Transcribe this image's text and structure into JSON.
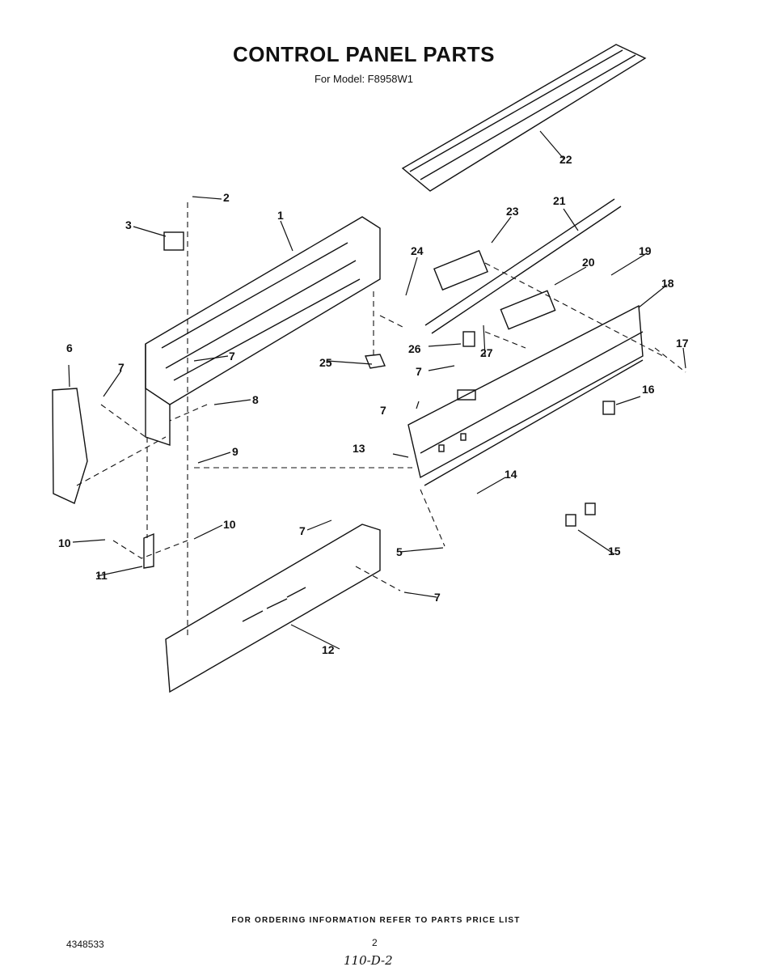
{
  "title": "CONTROL PANEL PARTS",
  "subtitle": "For Model: F8958W1",
  "callouts": [
    "1",
    "2",
    "3",
    "5",
    "6",
    "7",
    "7",
    "7",
    "7",
    "7",
    "7",
    "8",
    "9",
    "10",
    "10",
    "11",
    "12",
    "13",
    "14",
    "15",
    "16",
    "17",
    "18",
    "19",
    "20",
    "21",
    "22",
    "23",
    "24",
    "25",
    "26",
    "27",
    "27"
  ],
  "footer": {
    "note": "FOR ORDERING INFORMATION REFER TO PARTS PRICE LIST",
    "doc_number": "4348533",
    "page_number": "2",
    "handwritten": "110-D-2"
  }
}
